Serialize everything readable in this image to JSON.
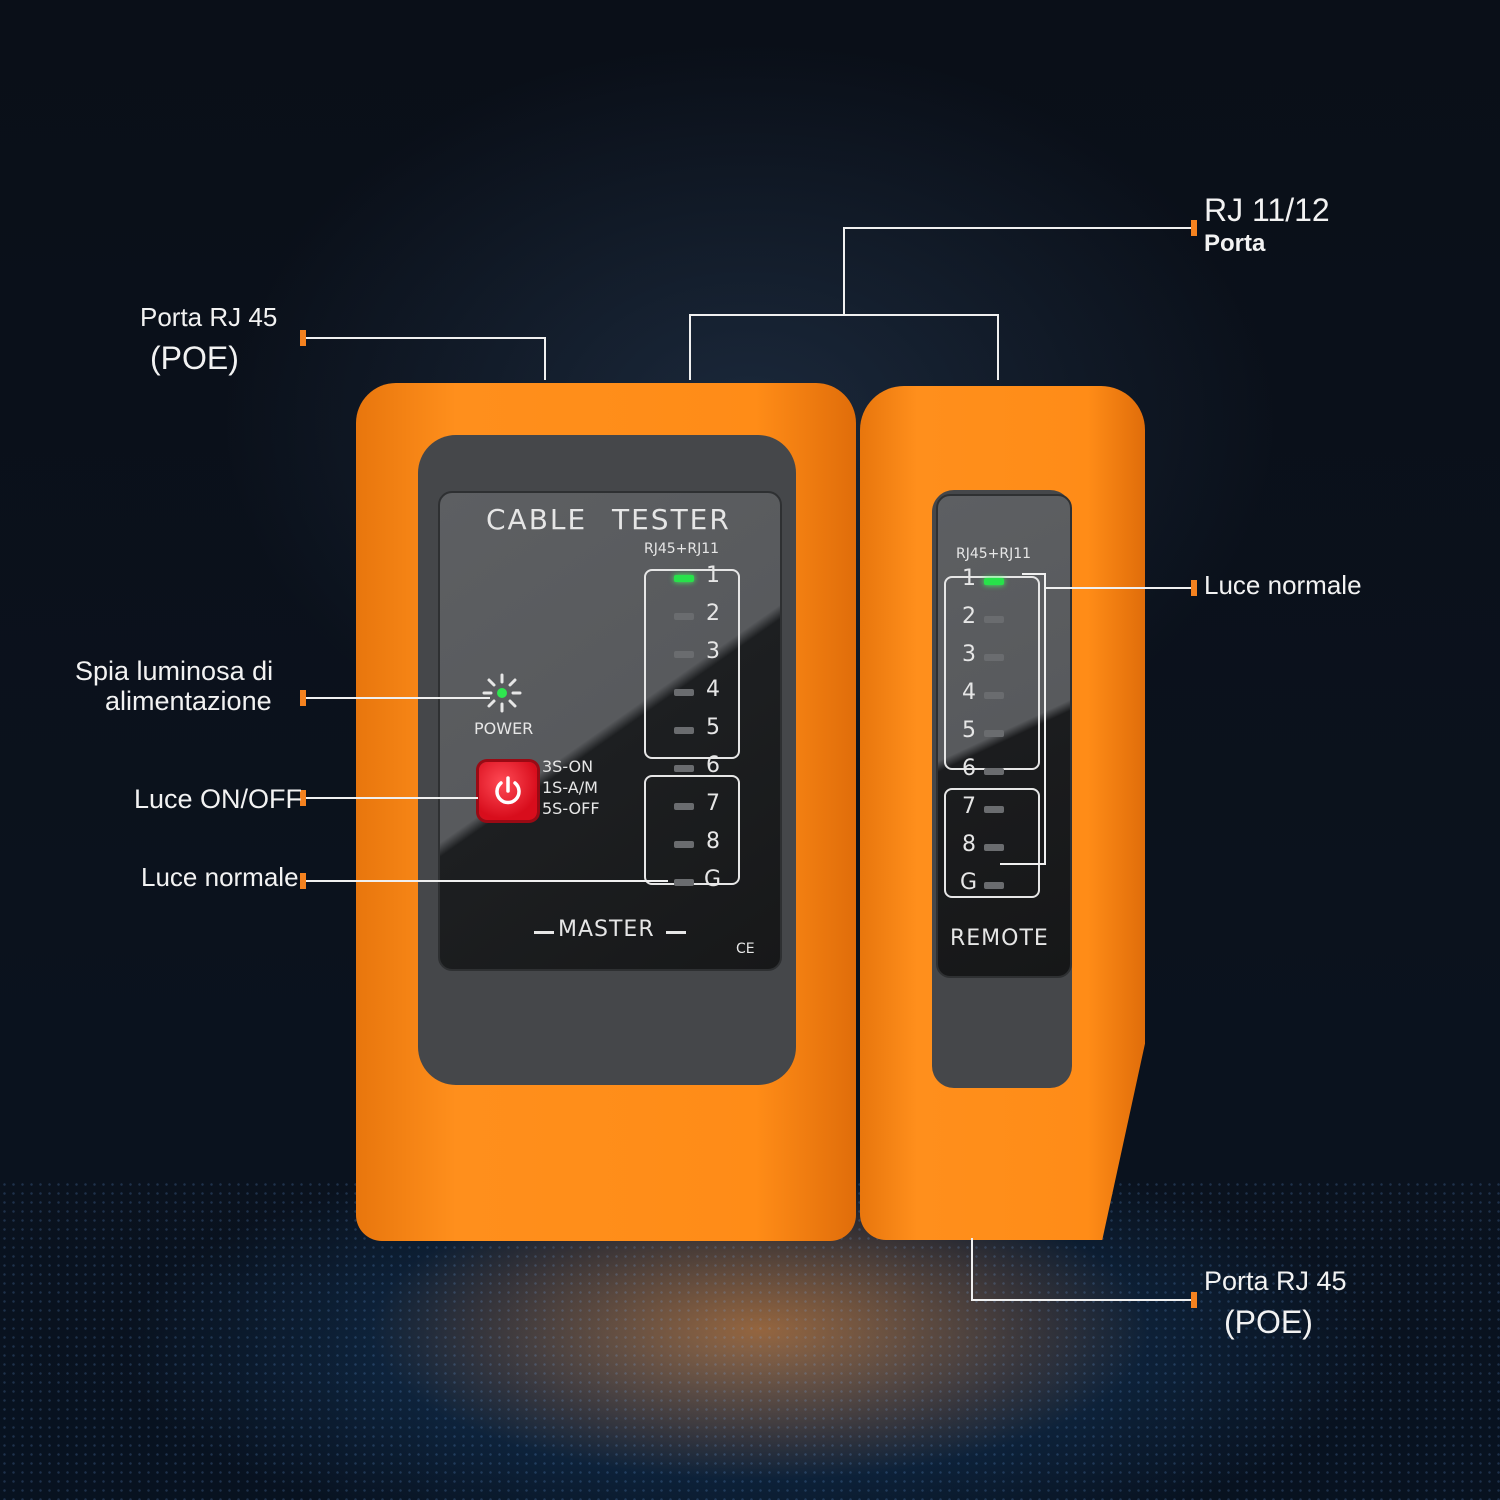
{
  "callouts": {
    "rj45_poe_left": {
      "line1": "Porta RJ 45",
      "line2": "(POE)"
    },
    "rj11_12": {
      "line1": "RJ 11/12",
      "line2": "Porta"
    },
    "power_light": {
      "line1": "Spia luminosa di",
      "line2": "alimentazione"
    },
    "on_off": "Luce ON/OFF",
    "normal_left": "Luce normale",
    "normal_right": "Luce normale",
    "rj45_poe_right": {
      "line1": "Porta RJ 45",
      "line2": "(POE)"
    }
  },
  "master": {
    "title_a": "CABLE",
    "title_b": "TESTER",
    "subtitle": "RJ45+RJ11",
    "power_label": "POWER",
    "button_modes": [
      "3S-ON",
      "1S-A/M",
      "5S-OFF"
    ],
    "leds": [
      "1",
      "2",
      "3",
      "4",
      "5",
      "6",
      "7",
      "8",
      "G"
    ],
    "name": "MASTER",
    "ce": "CE"
  },
  "remote": {
    "subtitle": "RJ45+RJ11",
    "leds": [
      "1",
      "2",
      "3",
      "4",
      "5",
      "6",
      "7",
      "8",
      "G"
    ],
    "name": "REMOTE"
  },
  "colors": {
    "accent": "#f5821f",
    "led_on": "#27e24a",
    "device": "#ff8c17",
    "button": "#e0121f"
  },
  "led_state": {
    "on": "1"
  }
}
